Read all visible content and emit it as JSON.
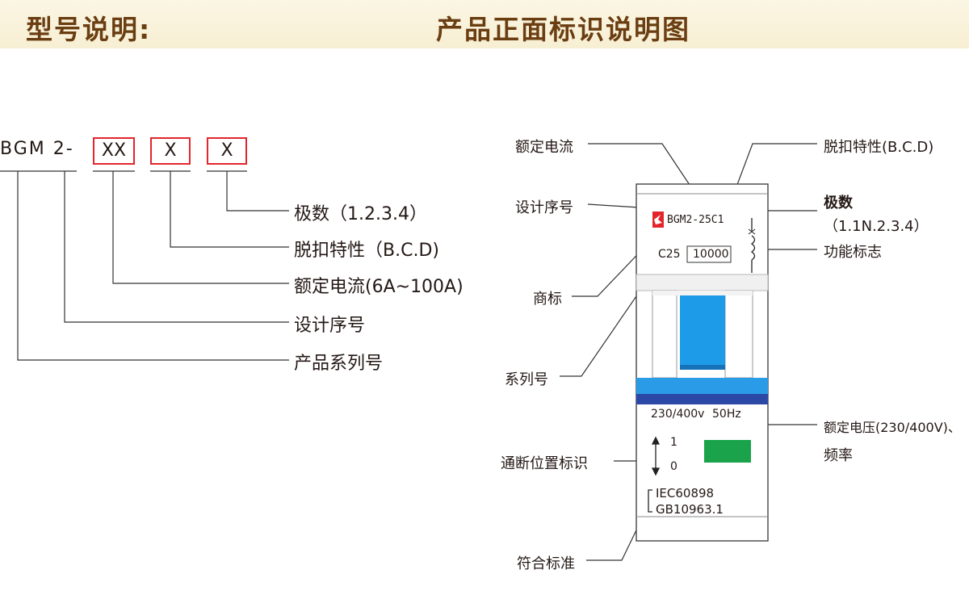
{
  "header": {
    "left_title": "型号说明:",
    "right_title": "产品正面标识说明图"
  },
  "model": {
    "prefix": "BGM 2-",
    "box1": "XX",
    "box2": "X",
    "box3": "X"
  },
  "left_labels": {
    "poles": "极数（1.2.3.4）",
    "trip": "脱扣特性（B.C.D)",
    "rated_current": "额定电流(6A~100A)",
    "design": "设计序号",
    "series": "产品系列号"
  },
  "breaker": {
    "model_code": "BGM2-25C1",
    "rating": "C25",
    "breaking": "10000",
    "voltage": "230/400v",
    "frequency": "50Hz",
    "pos_on": "1",
    "pos_off": "0",
    "std1": "IEC60898",
    "std2": "GB10963.1",
    "colors": {
      "handle": "#1e9be8",
      "band_light": "#2a9be6",
      "band_dark": "#2c48a6",
      "indicator": "#1aa34a",
      "logo": "#e2262c"
    }
  },
  "callouts": {
    "rated_current": "额定电流",
    "design": "设计序号",
    "trademark": "商标",
    "series": "系列号",
    "position": "通断位置标识",
    "standard": "符合标准",
    "trip": "脱扣特性(B.C.D)",
    "poles_title": "极数",
    "poles_values": "（1.1N.2.3.4）",
    "function": "功能标志",
    "voltage_line1": "额定电压(230/400V)、",
    "voltage_line2": "频率"
  }
}
